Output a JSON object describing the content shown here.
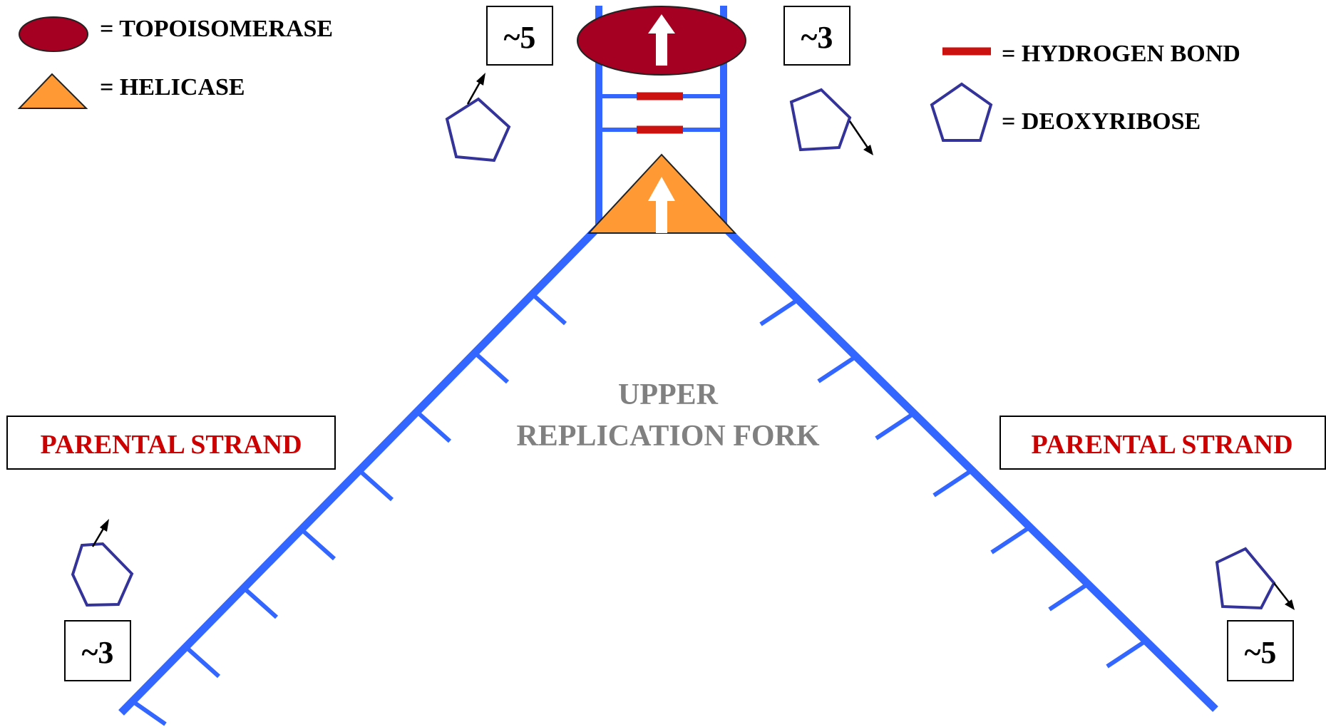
{
  "legend": {
    "topoisomerase": "= TOPOISOMERASE",
    "helicase": "= HELICASE",
    "hydrogen_bond": "= HYDROGEN BOND",
    "deoxyribose": "= DEOXYRIBOSE"
  },
  "ends": {
    "top_left": "~5",
    "top_right": "~3",
    "bottom_left": "~3",
    "bottom_right": "~5"
  },
  "labels": {
    "fork_line1": "UPPER",
    "fork_line2": "REPLICATION FORK",
    "parental_left": "PARENTAL STRAND",
    "parental_right": "PARENTAL STRAND"
  },
  "colors": {
    "strand": "#3366ff",
    "hydrogen_bond": "#cc1111",
    "topoisomerase": "#a50021",
    "helicase": "#ff9933",
    "deoxyribose": "#333399",
    "parental_text": "#cc0000",
    "fork_text": "#808080"
  }
}
